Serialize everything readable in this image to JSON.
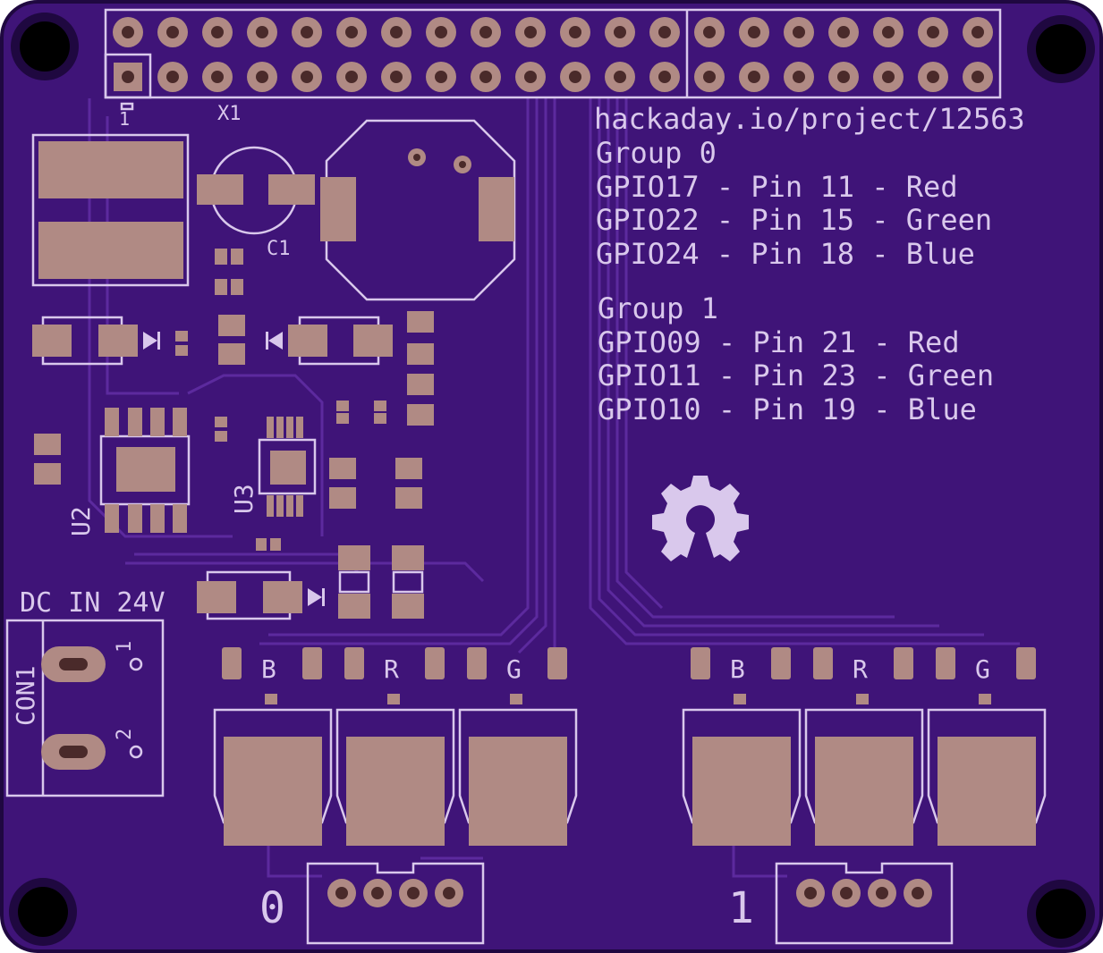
{
  "board": {
    "url_text": "hackaday.io/project/12563",
    "header_ref": "X1",
    "header_pin1": "1",
    "cap_ref": "C1",
    "u2_ref": "U2",
    "u3_ref": "U3",
    "power_label": "DC IN 24V",
    "connector_ref": "CON1",
    "connector_pin1": "1",
    "connector_pin2": "2",
    "group0_number": "0",
    "group1_number": "1"
  },
  "groups": [
    {
      "title": "Group 0",
      "lines": [
        "GPIO17 - Pin 11 - Red",
        "GPIO22 - Pin 15 - Green",
        "GPIO24 - Pin 18 - Blue"
      ]
    },
    {
      "title": "Group 1",
      "lines": [
        "GPIO09 - Pin 21 - Red",
        "GPIO11 - Pin 23 - Green",
        "GPIO10 - Pin 19 - Blue"
      ]
    }
  ],
  "channel_labels": [
    "B",
    "R",
    "G"
  ],
  "colors": {
    "board": "#3f1478",
    "board_edge": "#2a0d52",
    "silkscreen": "#d9c8ec",
    "copper_pad": "#b08a84",
    "trace": "#5c2a9e"
  }
}
